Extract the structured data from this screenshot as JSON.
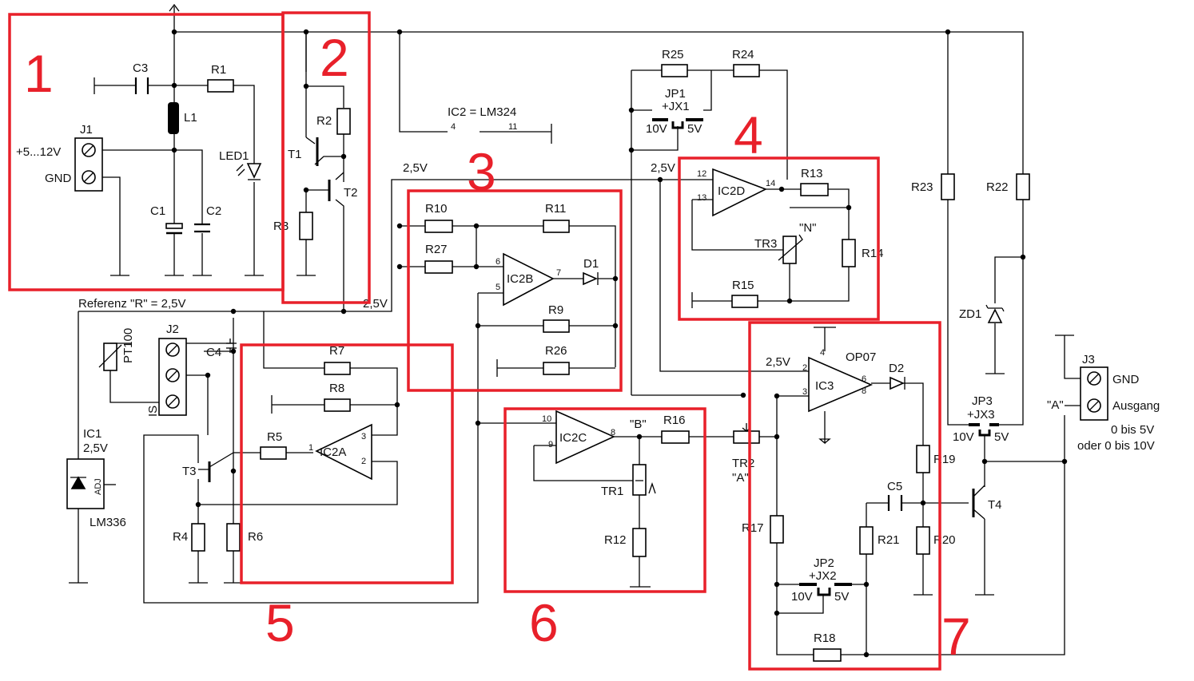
{
  "blocks": [
    "1",
    "2",
    "3",
    "4",
    "5",
    "6",
    "7"
  ],
  "ic_note": {
    "text": "IC2 = LM324",
    "pin4": "4",
    "pin11": "11"
  },
  "supply": {
    "range": "+5...12V",
    "gnd": "GND"
  },
  "ref_label": "Referenz \"R\" = 2,5V",
  "v25": "2,5V",
  "components": {
    "C1": "C1",
    "C2": "C2",
    "C3": "C3",
    "C4": "C4",
    "C5": "C5",
    "L1": "L1",
    "LED1": "LED1",
    "J1": "J1",
    "J2": "J2",
    "J3": "J3",
    "R1": "R1",
    "R2": "R2",
    "R3": "R3",
    "R4": "R4",
    "R5": "R5",
    "R6": "R6",
    "R7": "R7",
    "R8": "R8",
    "R9": "R9",
    "R10": "R10",
    "R11": "R11",
    "R12": "R12",
    "R13": "R13",
    "R14": "R14",
    "R15": "R15",
    "R16": "R16",
    "R17": "R17",
    "R18": "R18",
    "R19": "R19",
    "R20": "R20",
    "R21": "R21",
    "R22": "R22",
    "R23": "R23",
    "R24": "R24",
    "R25": "R25",
    "R26": "R26",
    "R27": "R27",
    "T1": "T1",
    "T2": "T2",
    "T3": "T3",
    "T4": "T4",
    "TR1": "TR1",
    "TR2": "TR2",
    "TR3": "TR3",
    "D1": "D1",
    "D2": "D2",
    "ZD1": "ZD1",
    "IC1": "IC1",
    "IC1v": "2,5V",
    "IC1type": "LM336",
    "ADJ": "ADJ",
    "IC2A": "IC2A",
    "IC2B": "IC2B",
    "IC2C": "IC2C",
    "IC2D": "IC2D",
    "IC3": "IC3",
    "OP07": "OP07",
    "PT100": "PT100",
    "IS": "IS",
    "JP1": "JP1",
    "JX1": "+JX1",
    "JP2": "JP2",
    "JX2": "+JX2",
    "JP3": "JP3",
    "JX3": "+JX3",
    "v10": "10V",
    "v5": "5V"
  },
  "node_labels": {
    "N": "\"N\"",
    "B": "\"B\"",
    "A": "\"A\"",
    "A2": "\"A\""
  },
  "pins": {
    "p1": "1",
    "p2": "2",
    "p3": "3",
    "p4": "4",
    "p5": "5",
    "p6": "6",
    "p7": "7",
    "p8": "8",
    "p9": "9",
    "p10": "10",
    "p12": "12",
    "p13": "13",
    "p14": "14"
  },
  "output": {
    "gnd": "GND",
    "ausgang": "Ausgang",
    "range1": "0 bis 5V",
    "range2": "oder 0 bis 10V"
  }
}
